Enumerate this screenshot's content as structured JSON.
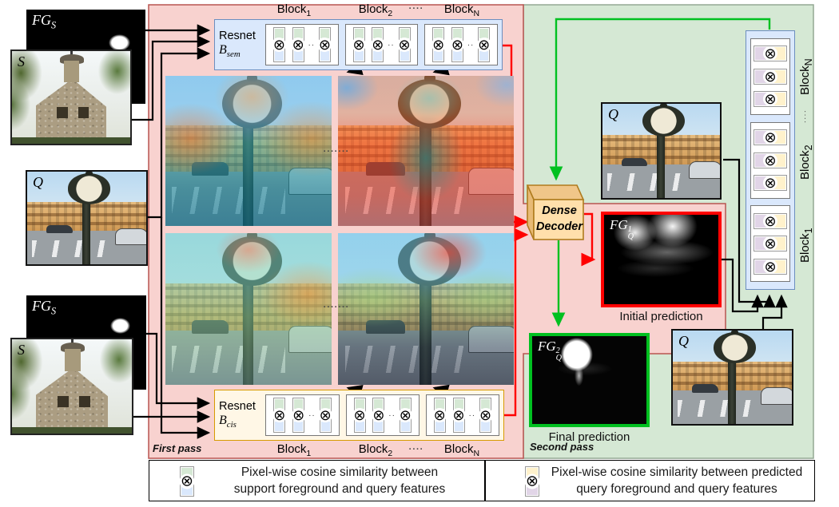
{
  "figure": {
    "first_pass_label": "First pass",
    "second_pass_label": "Second pass"
  },
  "encoder_top": {
    "name": "Resnet",
    "symbol": {
      "base": "B",
      "sub": "sem"
    },
    "blocks": [
      {
        "base": "Block",
        "sub": "1"
      },
      {
        "base": "Block",
        "sub": "2"
      },
      {
        "base": "Block",
        "sub": "N"
      }
    ],
    "blocks_dots": "····"
  },
  "encoder_bottom": {
    "name": "Resnet",
    "symbol": {
      "base": "B",
      "sub": "cis"
    },
    "blocks": [
      {
        "base": "Block",
        "sub": "1"
      },
      {
        "base": "Block",
        "sub": "2"
      },
      {
        "base": "Block",
        "sub": "N"
      }
    ],
    "blocks_dots": "····"
  },
  "second_pass_stack": {
    "blocks": [
      {
        "base": "Block",
        "sub": "N"
      },
      {
        "base": "Block",
        "sub": "2"
      },
      {
        "base": "Block",
        "sub": "1"
      }
    ],
    "blocks_dots": "····"
  },
  "decoder": {
    "line1": "Dense",
    "line2": "Decoder"
  },
  "inputs": {
    "support_mask_top": {
      "base": "FG",
      "sub": "S"
    },
    "support_image_top": {
      "label": "S"
    },
    "query_image": {
      "label": "Q"
    },
    "support_mask_bottom": {
      "base": "FG",
      "sub": "S"
    },
    "support_image_bottom": {
      "label": "S"
    }
  },
  "second_pass": {
    "query_top": {
      "label": "Q"
    },
    "query_bottom": {
      "label": "Q"
    },
    "initial_prediction": {
      "base": "FG",
      "sub": "Q",
      "sup": "1",
      "caption": "Initial prediction"
    },
    "final_prediction": {
      "base": "FG",
      "sub": "Q",
      "sup": "2",
      "caption": "Final prediction"
    }
  },
  "legend": {
    "left": {
      "line1": "Pixel-wise cosine similarity between",
      "line2": "support foreground and query features"
    },
    "right": {
      "line1": "Pixel-wise cosine similarity between predicted",
      "line2": "query foreground and query features"
    }
  },
  "symbols": {
    "otimes": "⊗",
    "pill_dots": "··",
    "row_dots": "·······"
  },
  "colors": {
    "first_pass_bg": "#f8cecc",
    "first_pass_border": "#b85450",
    "second_pass_bg": "#d5e8d4",
    "second_pass_border": "#93a893",
    "resnet_top_fill": "#dae8fc",
    "resnet_top_border": "#6c8ebf",
    "resnet_bottom_fill": "#fff7e6",
    "resnet_bottom_border": "#d79b00",
    "pill_green": "#d5e8d4",
    "pill_blue": "#dae8fc",
    "pill_purple": "#e1d5e7",
    "pill_yellow": "#fff2cc",
    "decoder_fill": "#ffdfab",
    "decoder_border": "#b07c1f",
    "wire_red": "#ff0000",
    "wire_green": "#00c020",
    "initial_prediction_border": "#ff0000",
    "final_prediction_border": "#00c020"
  }
}
